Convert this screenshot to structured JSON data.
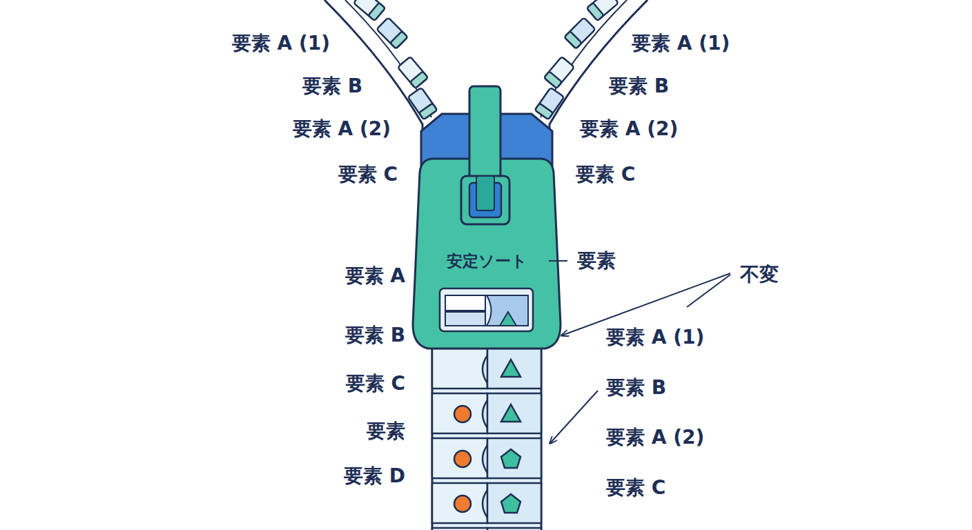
{
  "diagram": {
    "nodes": [
      {
        "text": [
          "安定ソート"
        ]
      }
    ],
    "labels": [
      "要素 A (1)",
      "要素 B",
      "要素 A (2)",
      "要素 C",
      "要素 A (1)",
      "要素 B",
      "要素 A (2)",
      "要素 C",
      "要素",
      "不変",
      "要素 A",
      "要素 B",
      "要素 C",
      "要素",
      "要素 D",
      "要素 A (1)",
      "要素 B",
      "要素 A (2)",
      "要素 C"
    ]
  }
}
